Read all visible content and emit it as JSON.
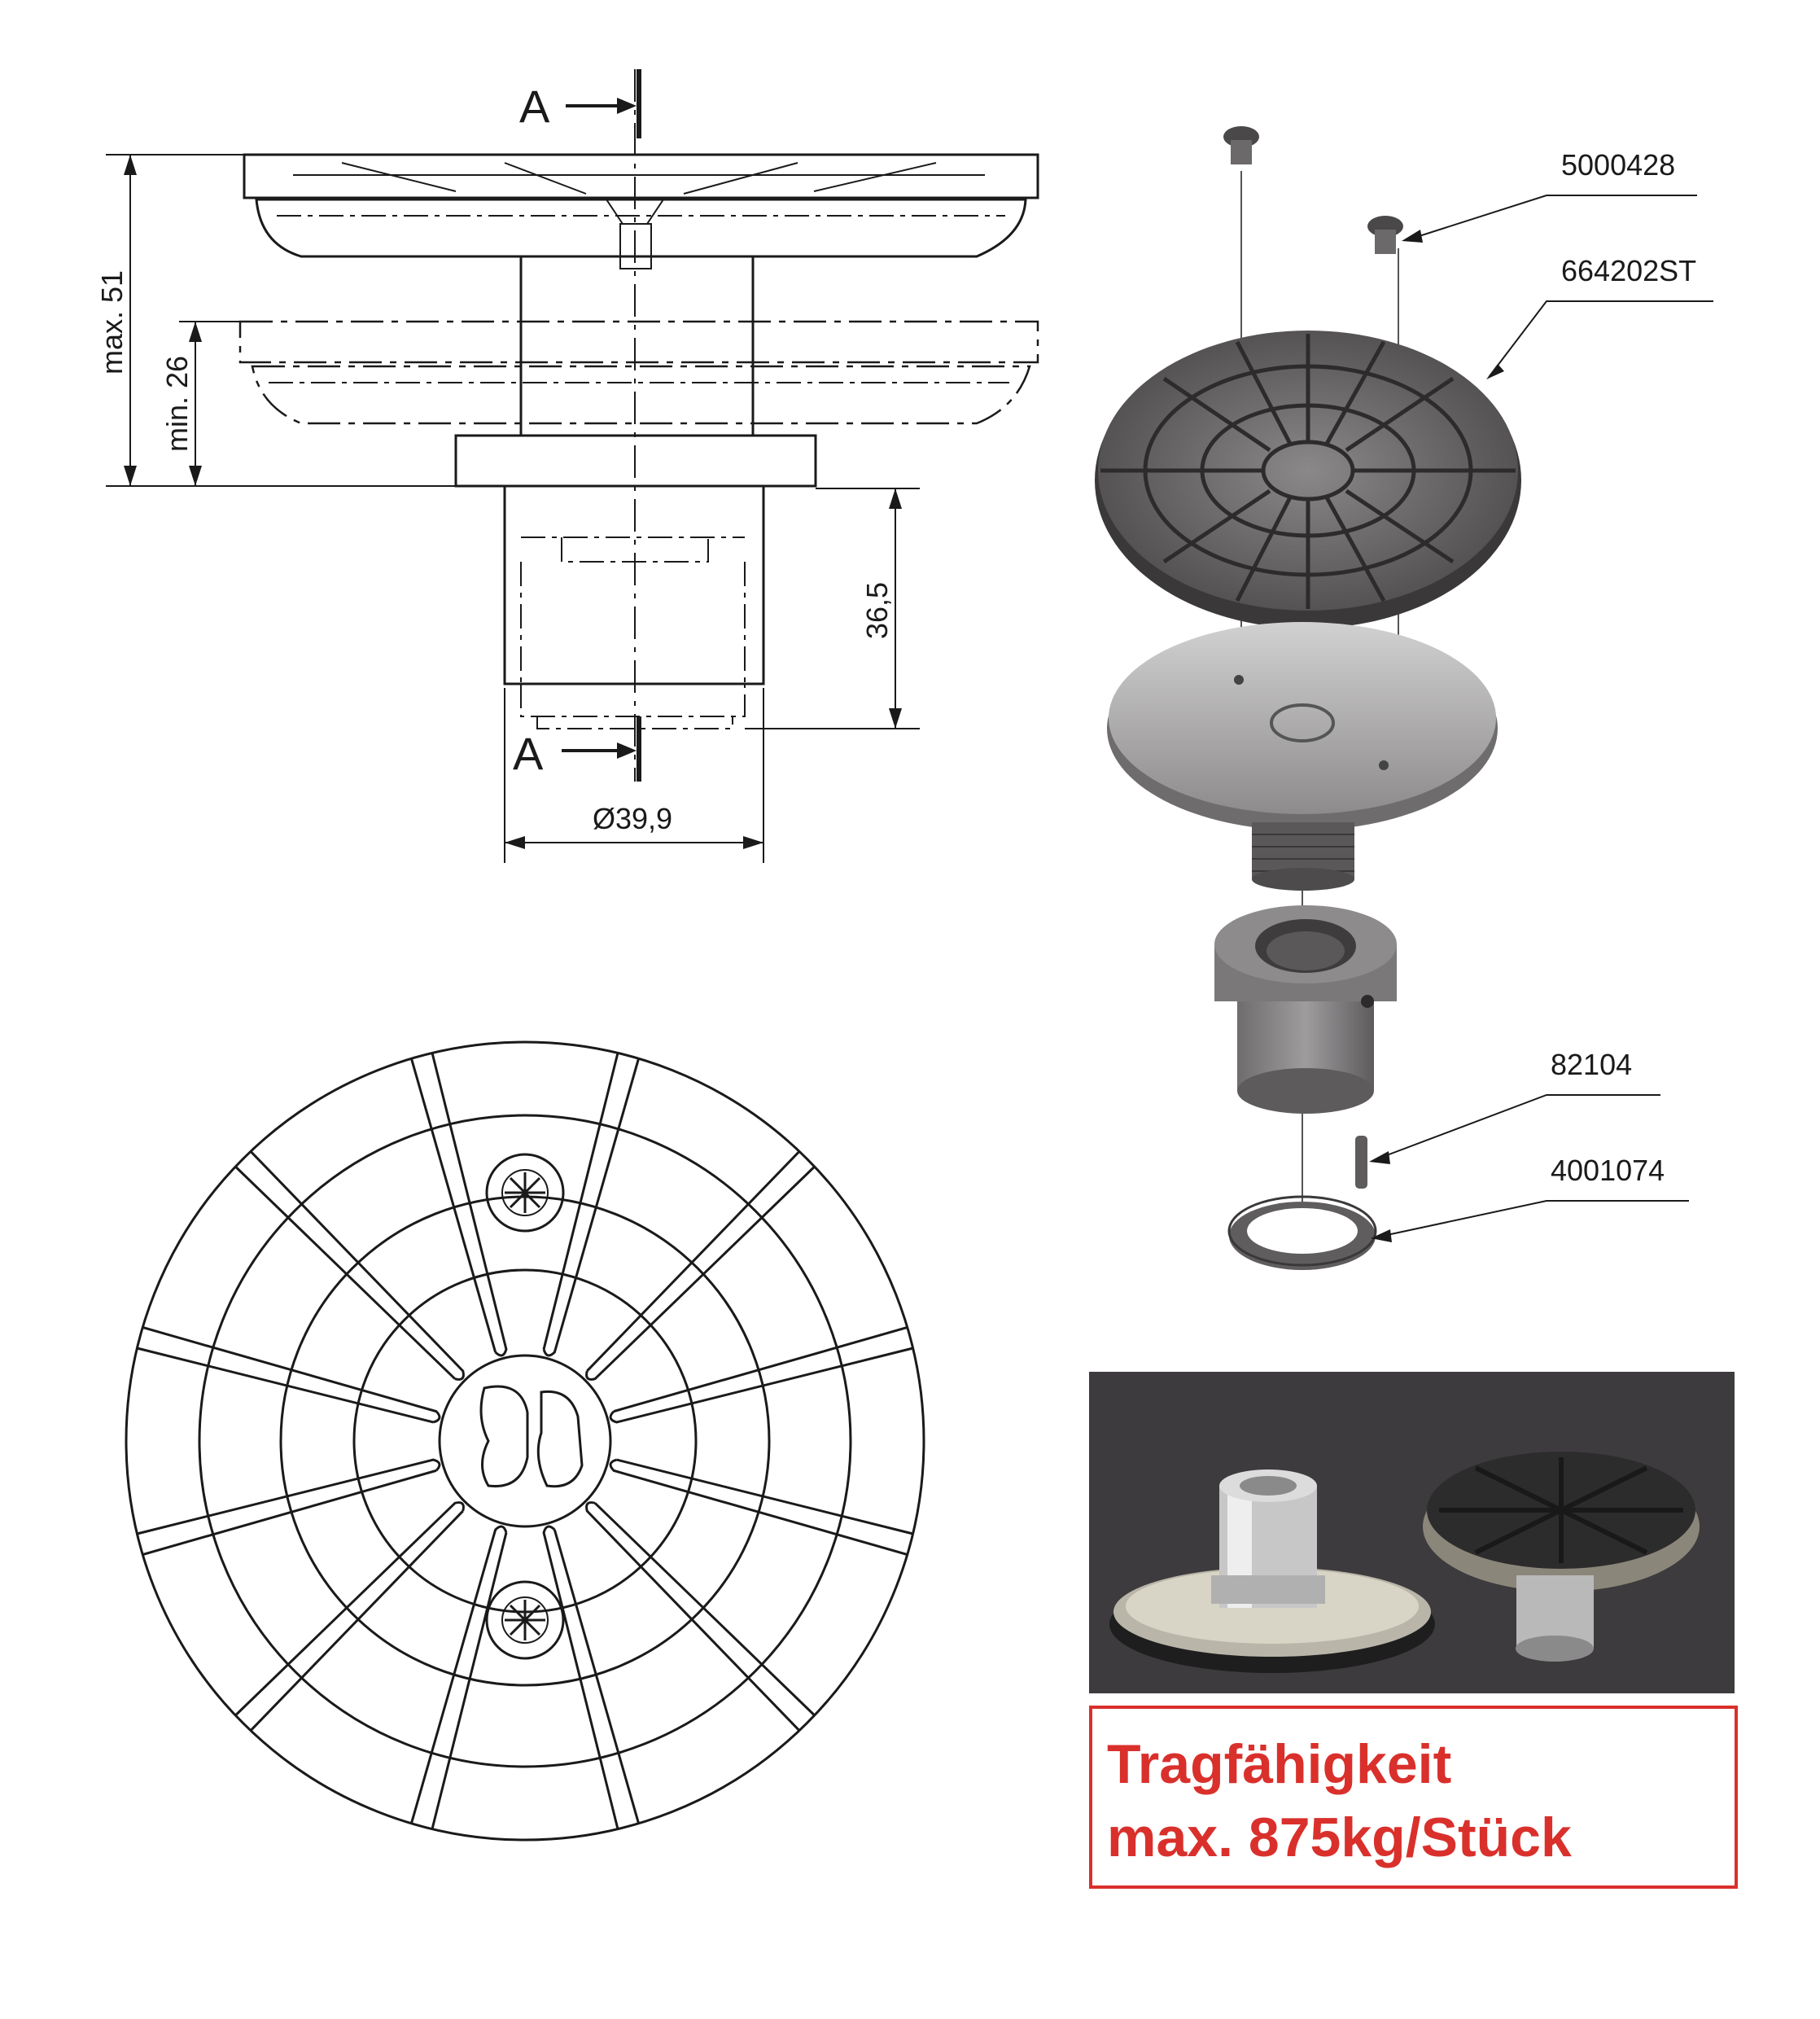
{
  "section_view": {
    "section_marker_top": "A",
    "section_marker_bottom": "A",
    "dim_max": "max. 51",
    "dim_min": "min. 26",
    "dim_height_lower": "36,5",
    "dim_diameter": "Ø39,9"
  },
  "exploded_view": {
    "part_numbers": [
      "5000428",
      "664202ST",
      "82104",
      "4001074"
    ]
  },
  "caption": {
    "line1": "Tragfähigkeit",
    "line2": "max. 875kg/Stück",
    "color": "#d9302c"
  }
}
